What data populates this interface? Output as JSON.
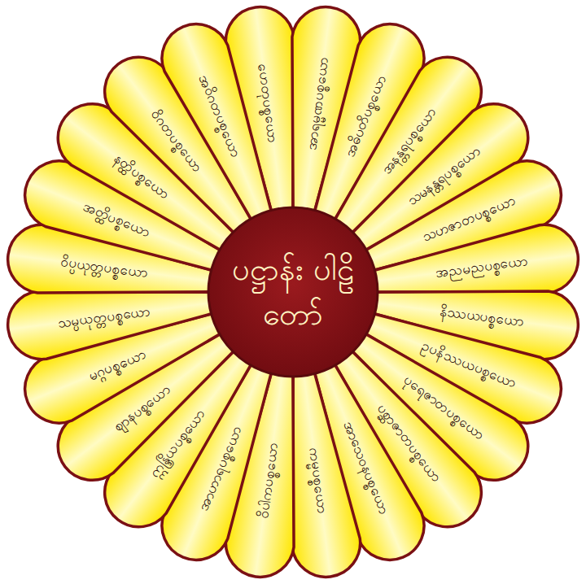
{
  "diagram": {
    "nodes": [
      {
        "text": [
          "ပဋ္ဌာန်း ပါဠိတော်"
        ]
      },
      {
        "text": [
          "ဟေတုပစ္စယော"
        ]
      },
      {
        "text": [
          "အာရမ္မဏပစ္စယော"
        ]
      },
      {
        "text": [
          "အဓိပတိပစ္စယော"
        ]
      },
      {
        "text": [
          "အနန္တရပစ္စယော"
        ]
      },
      {
        "text": [
          "သမနန္တရပစ္စယော"
        ]
      },
      {
        "text": [
          "သဟဇာတပစ္စယော"
        ]
      },
      {
        "text": [
          "အညမညပစ္စယော"
        ]
      },
      {
        "text": [
          "နိဿယပစ္စယော"
        ]
      },
      {
        "text": [
          "ဥပနိဿယပစ္စယော"
        ]
      },
      {
        "text": [
          "ပုရေဇာတပစ္စယော"
        ]
      },
      {
        "text": [
          "ပစ္ဆာဇာတပစ္စယော"
        ]
      },
      {
        "text": [
          "အာသေဝနပစ္စယော"
        ]
      },
      {
        "text": [
          "ကမ္မပစ္စယော"
        ]
      },
      {
        "text": [
          "ဝိပါကပစ္စယော"
        ]
      },
      {
        "text": [
          "အာဟာရပစ္စယော"
        ]
      },
      {
        "text": [
          "ဣန္ဒြိယပစ္စယော"
        ]
      },
      {
        "text": [
          "ဈာနပစ္စယော"
        ]
      },
      {
        "text": [
          "မဂ္ဂပစ္စယော"
        ]
      },
      {
        "text": [
          "သမ္ပယုတ္တပစ္စယော"
        ]
      },
      {
        "text": [
          "ဝိပ္ပယုတ္တပစ္စယော"
        ]
      },
      {
        "text": [
          "အတ္ထိပစ္စယော"
        ]
      },
      {
        "text": [
          "နတ္ထိပစ္စယော"
        ]
      },
      {
        "text": [
          "ဝိဂတပစ္စယော"
        ]
      },
      {
        "text": [
          "အဝိဂတပစ္စယော"
        ]
      }
    ]
  }
}
